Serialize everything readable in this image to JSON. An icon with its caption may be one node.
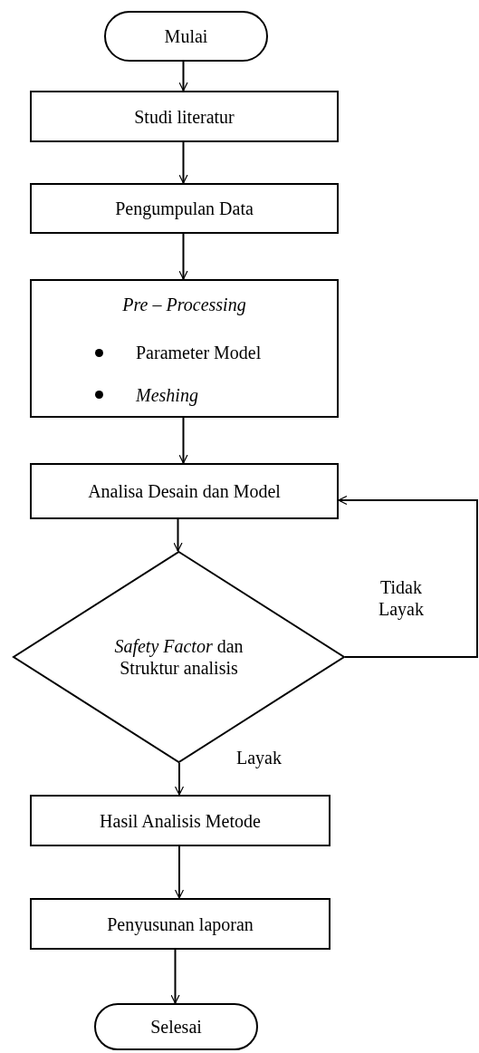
{
  "diagram": {
    "nodes": [
      {
        "text": [
          "Mulai"
        ]
      },
      {
        "text": [
          "Studi literatur"
        ]
      },
      {
        "text": [
          "Pengumpulan Data"
        ]
      },
      {
        "text": [
          "*Pre – Processing*",
          "Parameter Model",
          "*Meshing*"
        ]
      },
      {
        "text": [
          "Analisa Desain dan Model"
        ]
      },
      {
        "text": [
          "*Safety Factor* dan Struktur analisis"
        ]
      },
      {
        "text": [
          "Hasil Analisis Metode"
        ]
      },
      {
        "text": [
          "Penyusunan laporan"
        ]
      },
      {
        "text": [
          "Selesai"
        ]
      }
    ],
    "edges": [
      {
        "from": 0,
        "to": 1,
        "arrow": "to"
      },
      {
        "from": 1,
        "to": 2,
        "arrow": "to"
      },
      {
        "from": 2,
        "to": 3,
        "arrow": "to"
      },
      {
        "from": 3,
        "to": 4,
        "arrow": "to"
      },
      {
        "from": 4,
        "to": 5,
        "arrow": "to"
      },
      {
        "from": 5,
        "to": 4,
        "arrow": "to",
        "label": "Tidak Layak"
      },
      {
        "from": 5,
        "to": 6,
        "arrow": "to",
        "label": "Layak"
      },
      {
        "from": 6,
        "to": 7,
        "arrow": "to"
      },
      {
        "from": 7,
        "to": 8,
        "arrow": "to"
      }
    ]
  }
}
